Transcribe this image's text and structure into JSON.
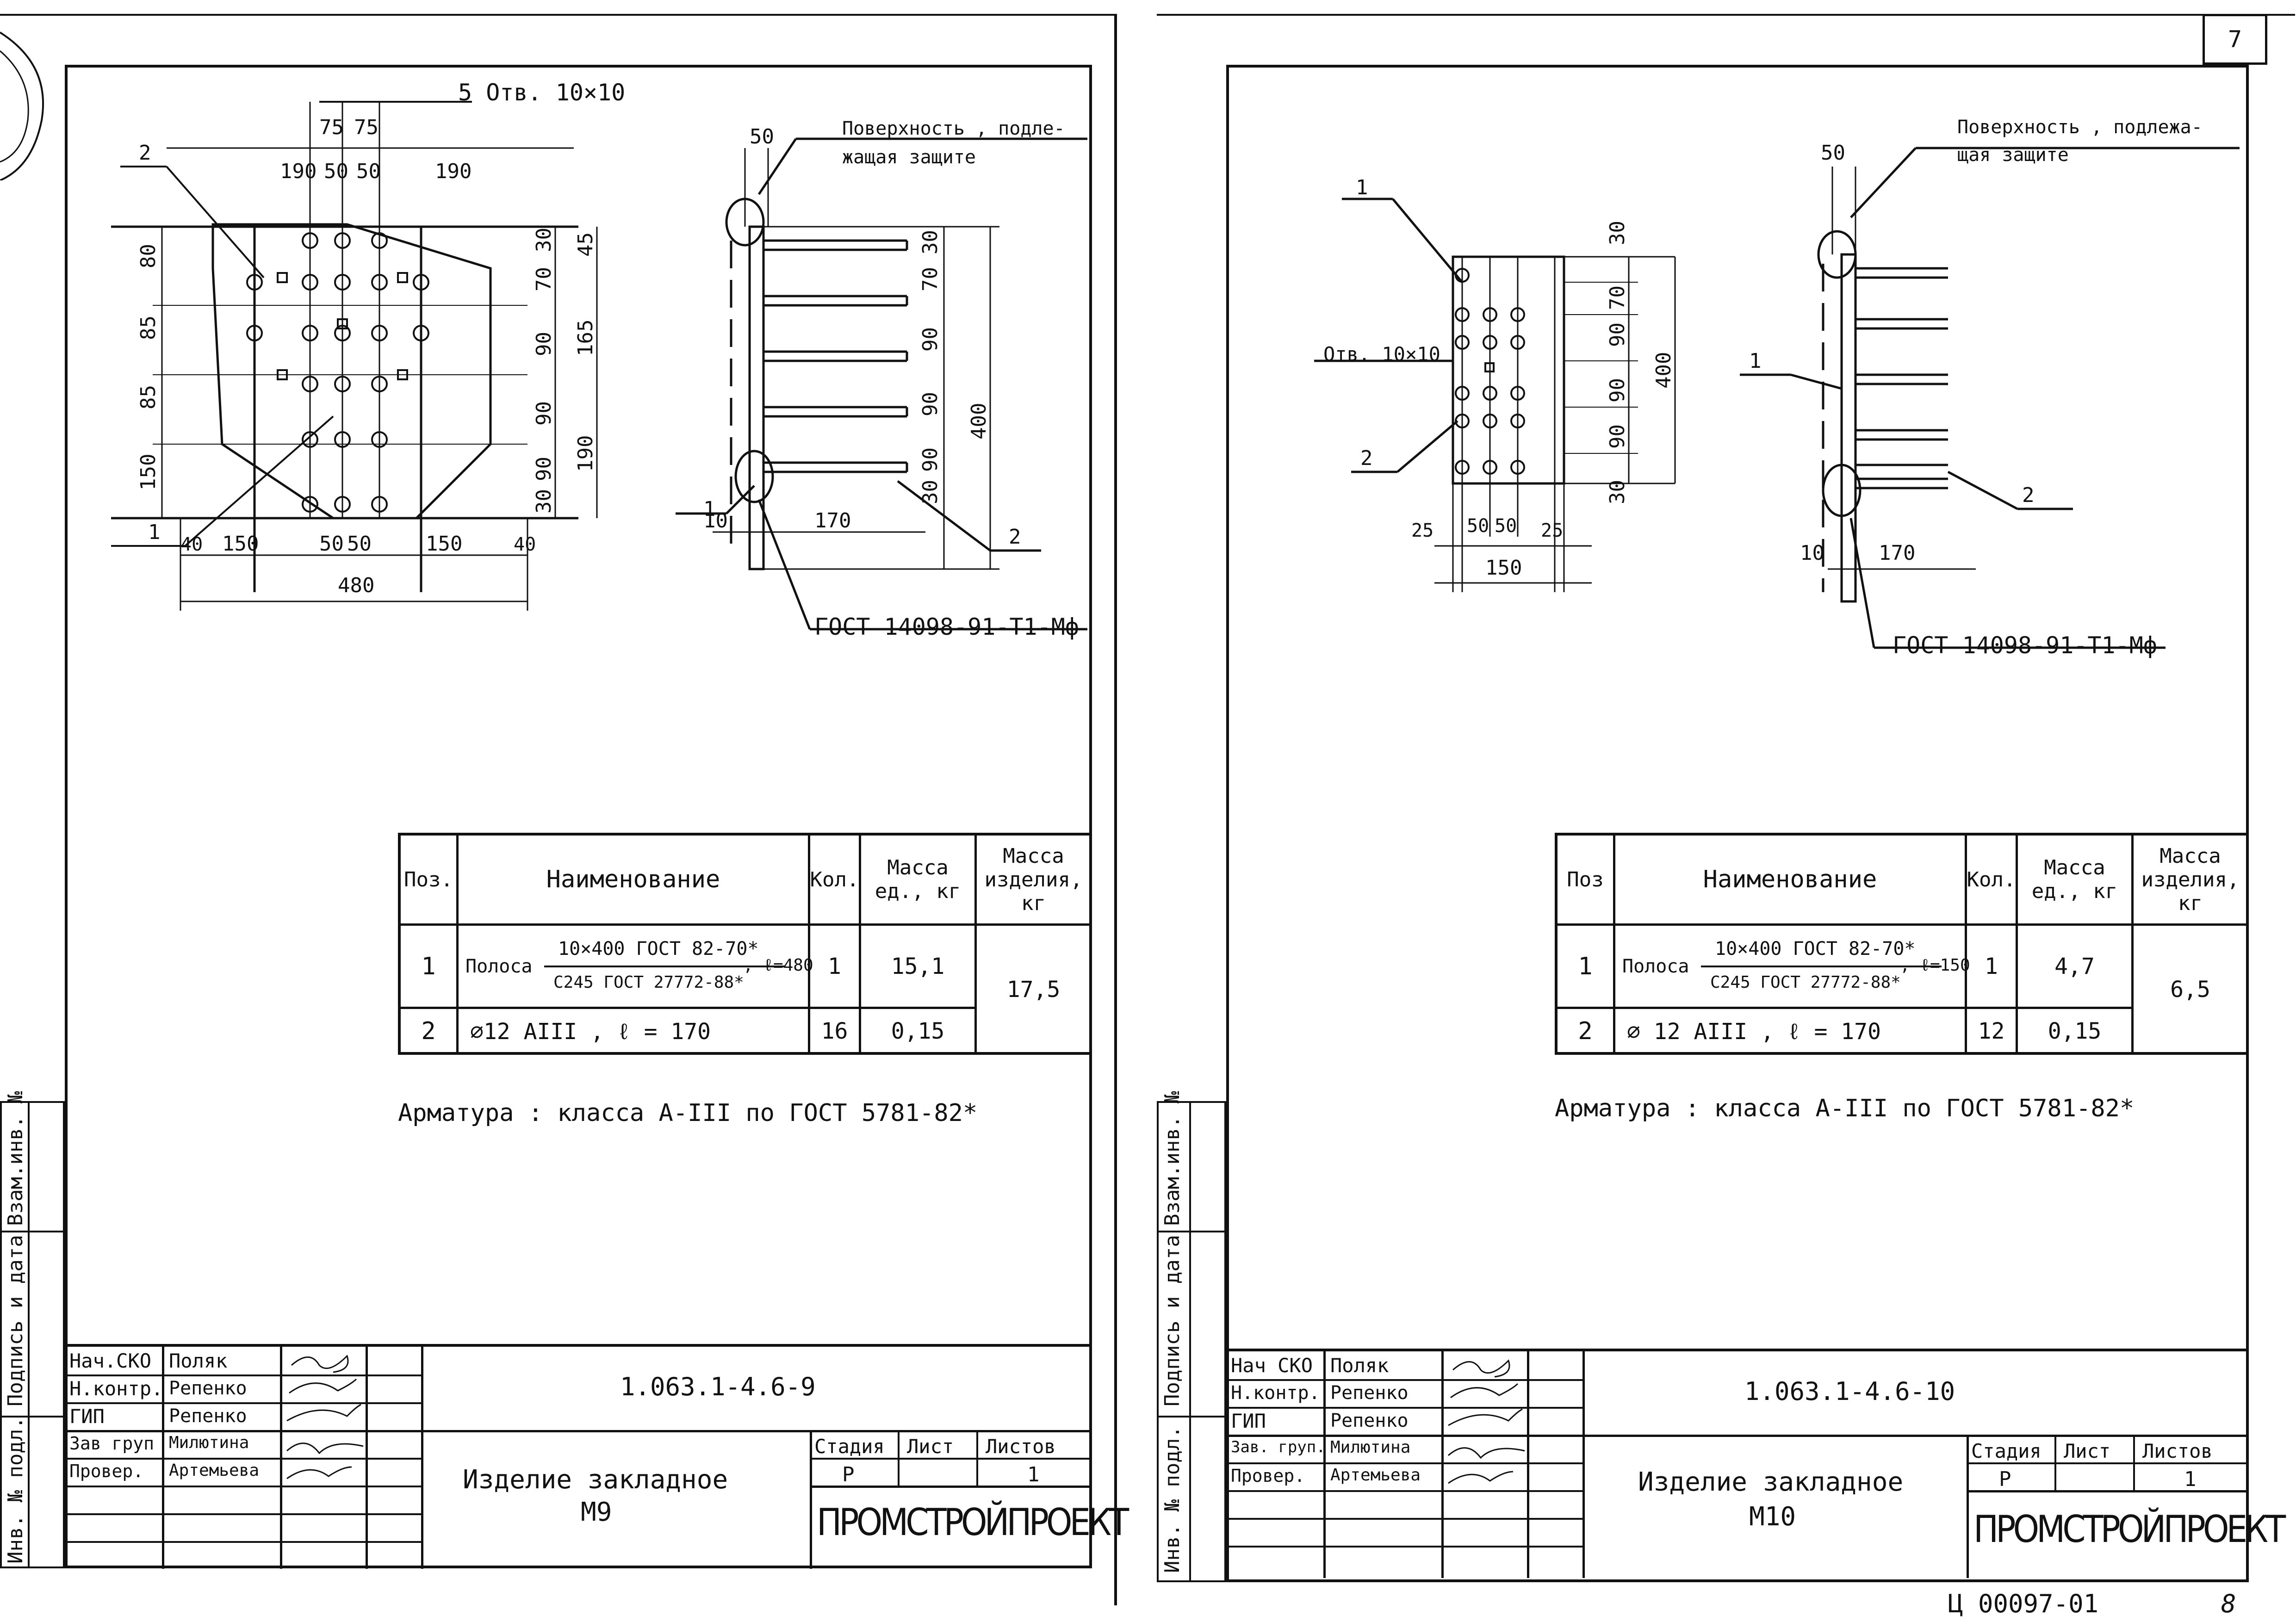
{
  "page_number": "7",
  "page_number_right": "8",
  "archive_code": "Ц 00097-01",
  "left_sheet": {
    "holes_label": "5 Отв. 10×10",
    "surface_label_1": "Поверхность , подле-",
    "surface_label_2": "жащая защите",
    "standard_label": "ГОСТ 14098-91-Т1-Мф",
    "dim_top": [
      "75",
      "75"
    ],
    "dim_top2": [
      "190",
      "50",
      "50",
      "190"
    ],
    "dim_bottom": [
      "40",
      "150",
      "50",
      "50",
      "150",
      "40"
    ],
    "dim_total": "480",
    "dim_left": [
      "80",
      "85",
      "85",
      "150"
    ],
    "dim_right_a": [
      "30",
      "70",
      "90",
      "90",
      "90",
      "30"
    ],
    "dim_right_b": [
      "45",
      "165",
      "190"
    ],
    "dim_side": [
      "30",
      "70",
      "90",
      "90",
      "90",
      "30"
    ],
    "dim_side_total": "400",
    "dim_side_top": "50",
    "dim_side_bottom": [
      "10",
      "170"
    ],
    "callouts": [
      "2",
      "1",
      "1",
      "2"
    ],
    "table": {
      "headers": [
        "Поз.",
        "Наименование",
        "Кол.",
        "Масса ед., кг",
        "Масса изделия, кг"
      ],
      "rows": [
        {
          "pos": "1",
          "name_prefix": "Полоса",
          "name_top": "10×400 ГОСТ 82-70*",
          "name_bottom": "С245 ГОСТ 27772-88*",
          "name_suffix": ", ℓ=480",
          "qty": "1",
          "mass_unit": "15,1"
        },
        {
          "pos": "2",
          "name_prefix": "⌀12 АIII , ℓ = 170",
          "name_top": "",
          "name_bottom": "",
          "name_suffix": "",
          "qty": "16",
          "mass_unit": "0,15"
        }
      ],
      "mass_total": "17,5"
    },
    "note": "Арматура : класса А-III по ГОСТ 5781-82*",
    "title_block": {
      "roles": [
        "Нач.СКО",
        "Н.контр.",
        "ГИП",
        "Зав груп",
        "Провер."
      ],
      "names": [
        "Поляк",
        "Репенко",
        "Репенко",
        "Милютина",
        "Артемьева"
      ],
      "doc_code": "1.063.1-4.6-9",
      "title_1": "Изделие закладное",
      "title_2": "М9",
      "stage_header": "Стадия",
      "sheet_header": "Лист",
      "sheets_header": "Листов",
      "stage": "Р",
      "sheets": "1",
      "org": "ПРОМСТРОЙПРОЕКТ"
    },
    "side_labels": [
      "Инв. № подл.",
      "Подпись и дата",
      "Взам.инв. №"
    ]
  },
  "right_sheet": {
    "holes_label": "Отв. 10×10",
    "surface_label_1": "Поверхность , подлежа-",
    "surface_label_2": "щая защите",
    "standard_label": "ГОСТ 14098-91-Т1-Мф",
    "dim_bottom": [
      "25",
      "50",
      "50",
      "25"
    ],
    "dim_total": "150",
    "dim_left": [
      "30",
      "70",
      "90",
      "90",
      "90",
      "30"
    ],
    "dim_height": "400",
    "dim_side_top": "50",
    "dim_side_bottom": [
      "10",
      "170"
    ],
    "callouts": [
      "1",
      "2",
      "1",
      "2"
    ],
    "table": {
      "headers": [
        "Поз",
        "Наименование",
        "Кол.",
        "Масса ед., кг",
        "Масса изделия, кг"
      ],
      "rows": [
        {
          "pos": "1",
          "name_prefix": "Полоса",
          "name_top": "10×400 ГОСТ 82-70*",
          "name_bottom": "С245 ГОСТ 27772-88*",
          "name_suffix": ", ℓ=150",
          "qty": "1",
          "mass_unit": "4,7"
        },
        {
          "pos": "2",
          "name_prefix": "⌀ 12 АIII , ℓ = 170",
          "name_top": "",
          "name_bottom": "",
          "name_suffix": "",
          "qty": "12",
          "mass_unit": "0,15"
        }
      ],
      "mass_total": "6,5"
    },
    "note": "Арматура : класса А-III по ГОСТ 5781-82*",
    "title_block": {
      "roles": [
        "Нач СКО",
        "Н.контр.",
        "ГИП",
        "Зав. груп.",
        "Провер."
      ],
      "names": [
        "Поляк",
        "Репенко",
        "Репенко",
        "Милютина",
        "Артемьева"
      ],
      "doc_code": "1.063.1-4.6-10",
      "title_1": "Изделие закладное",
      "title_2": "М10",
      "stage_header": "Стадия",
      "sheet_header": "Лист",
      "sheets_header": "Листов",
      "stage": "Р",
      "sheets": "1",
      "org": "ПРОМСТРОЙПРОЕКТ"
    },
    "side_labels": [
      "Инв. № подл.",
      "Подпись и дата",
      "Взам.инв. №"
    ]
  }
}
